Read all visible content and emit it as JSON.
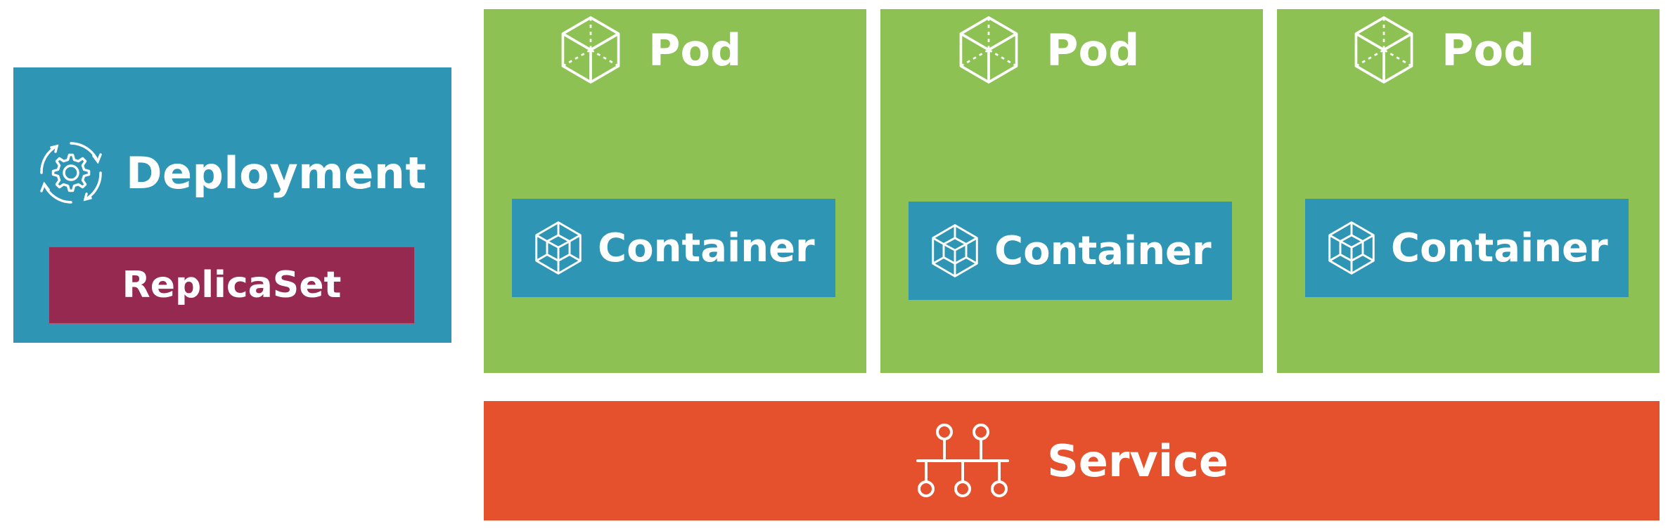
{
  "deployment": {
    "title": "Deployment",
    "icon": "gear-cycle-icon",
    "replicaset_label": "ReplicaSet"
  },
  "pods": [
    {
      "title": "Pod",
      "icon": "cube-icon",
      "container_label": "Container",
      "container_icon": "container-cube-icon"
    },
    {
      "title": "Pod",
      "icon": "cube-icon",
      "container_label": "Container",
      "container_icon": "container-cube-icon"
    },
    {
      "title": "Pod",
      "icon": "cube-icon",
      "container_label": "Container",
      "container_icon": "container-cube-icon"
    }
  ],
  "service": {
    "title": "Service",
    "icon": "network-icon"
  },
  "colors": {
    "deployment": "#2f95b4",
    "replicaset": "#96294f",
    "pod": "#8dc153",
    "container": "#2f95b4",
    "service": "#e5502d"
  }
}
